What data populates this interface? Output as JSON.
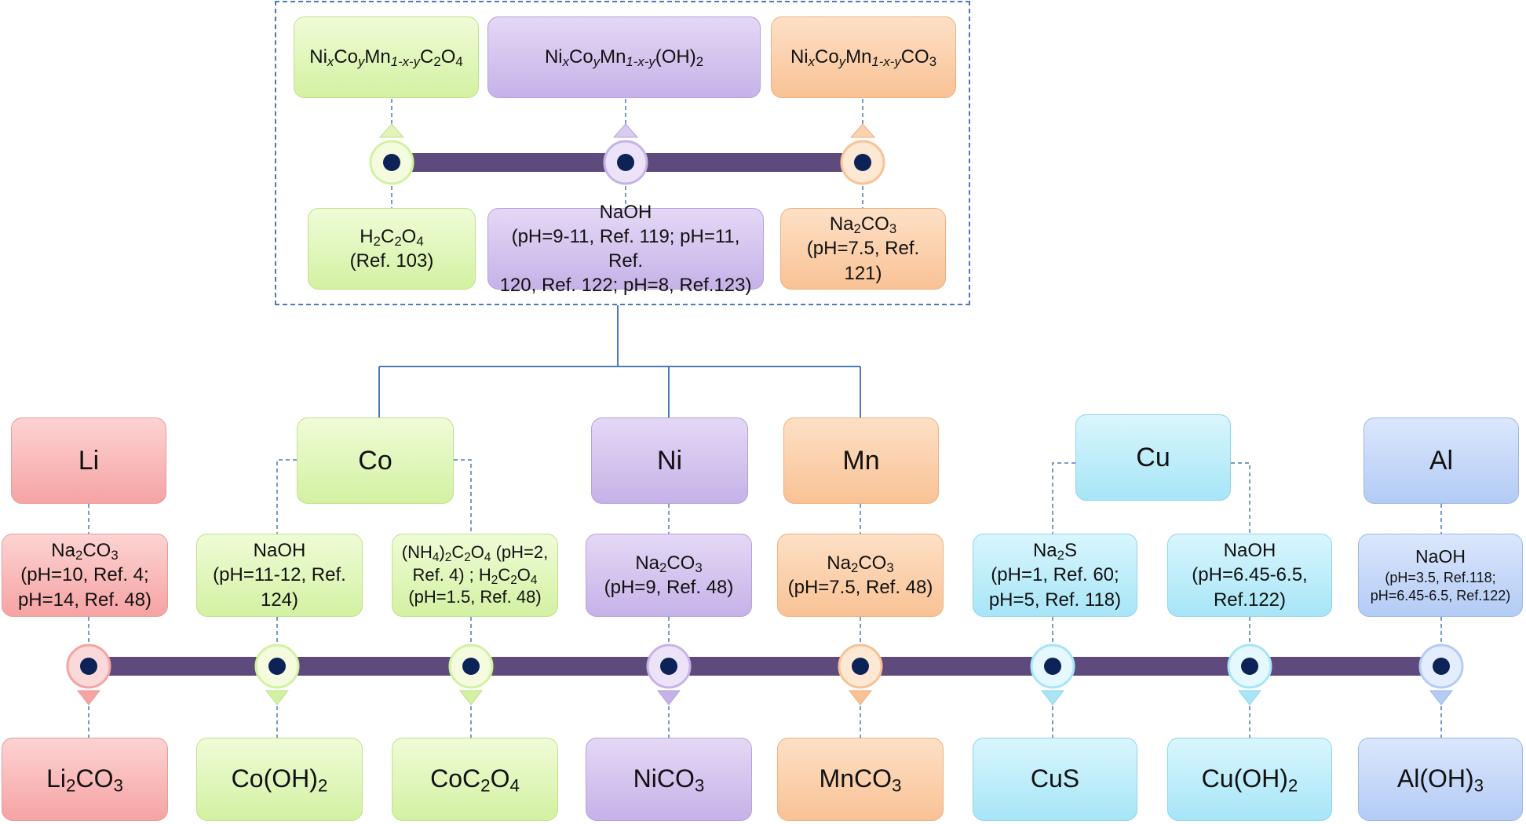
{
  "top": {
    "products": [
      {
        "pre": "Ni",
        "s1": "x",
        "m1": "Co",
        "s2": "y",
        "m2": "Mn",
        "s3": "1-x-y",
        "suffix_main": "C",
        "suffix_sub": "2",
        "suffix_main2": "O",
        "suffix_sub2": "4"
      },
      {
        "pre": "Ni",
        "s1": "x",
        "m1": "Co",
        "s2": "y",
        "m2": "Mn",
        "s3": "1-x-y",
        "suffix_main": "(OH)",
        "suffix_sub": "2",
        "suffix_main2": "",
        "suffix_sub2": ""
      },
      {
        "pre": "Ni",
        "s1": "x",
        "m1": "Co",
        "s2": "y",
        "m2": "Mn",
        "s3": "1-x-y",
        "suffix_main": "CO",
        "suffix_sub": "3",
        "suffix_main2": "",
        "suffix_sub2": ""
      }
    ],
    "reagents": [
      {
        "r1": "H",
        "r1s": "2",
        "r2": "C",
        "r2s": "2",
        "r3": "O",
        "r3s": "4",
        "line2": "(Ref. 103)"
      },
      {
        "name": "NaOH",
        "line2": "(pH=9-11, Ref. 119; pH=11, Ref.",
        "line3": "120, Ref. 122; pH=8, Ref.123)"
      },
      {
        "r1": "Na",
        "r1s": "2",
        "r2": "CO",
        "r2s": "3",
        "line2": "(pH=7.5, Ref.",
        "line3": "121)"
      }
    ]
  },
  "metals": [
    {
      "name": "Li",
      "color": "red"
    },
    {
      "name": "Co",
      "color": "green"
    },
    {
      "name": "Ni",
      "color": "purple"
    },
    {
      "name": "Mn",
      "color": "orange"
    },
    {
      "name": "Cu",
      "color": "cyan"
    },
    {
      "name": "Al",
      "color": "blue"
    }
  ],
  "conditions": [
    {
      "a": "Na",
      "as": "2",
      "b": "CO",
      "bs": "3",
      "l2": "(pH=10, Ref. 4;",
      "l3": "pH=14, Ref. 48)"
    },
    {
      "a": "NaOH",
      "l2": "(pH=11-12, Ref.",
      "l3": "124)"
    },
    {
      "p1": "(NH",
      "p1s": "4",
      "p2": ")",
      "p2s": "2",
      "p3": "C",
      "p3s": "2",
      "p4": "O",
      "p4s": "4",
      "p5": " (pH=2,",
      "l2a": "Ref. 4) ; H",
      "l2s1": "2",
      "l2b": "C",
      "l2s2": "2",
      "l2c": "O",
      "l2s3": "4",
      "l3": "(pH=1.5, Ref. 48)"
    },
    {
      "a": "Na",
      "as": "2",
      "b": "CO",
      "bs": "3",
      "l2": "(pH=9, Ref. 48)"
    },
    {
      "a": "Na",
      "as": "2",
      "b": "CO",
      "bs": "3",
      "l2": "(pH=7.5, Ref. 48)"
    },
    {
      "a": "Na",
      "as": "2",
      "b": "S",
      "l2": "(pH=1, Ref. 60;",
      "l3": "pH=5, Ref. 118)"
    },
    {
      "a": "NaOH",
      "l2": "(pH=6.45-6.5,",
      "l3": "Ref.122)"
    },
    {
      "a": "NaOH",
      "l2": "(pH=3.5, Ref.118;",
      "l3": "pH=6.45-6.5, Ref.122)"
    }
  ],
  "products": [
    {
      "a": "Li",
      "as": "2",
      "b": "CO",
      "bs": "3"
    },
    {
      "a": "Co(OH)",
      "as": "2"
    },
    {
      "a": "CoC",
      "as": "2",
      "b": "O",
      "bs": "4"
    },
    {
      "a": "NiCO",
      "as": "3"
    },
    {
      "a": "MnCO",
      "as": "3"
    },
    {
      "a": "CuS"
    },
    {
      "a": "Cu(OH)",
      "as": "2"
    },
    {
      "a": "Al(OH)",
      "as": "3"
    }
  ],
  "colors": {
    "timeline": "#5e4a7c",
    "dot": "#0d2358",
    "connector": "#4c7ab8"
  }
}
